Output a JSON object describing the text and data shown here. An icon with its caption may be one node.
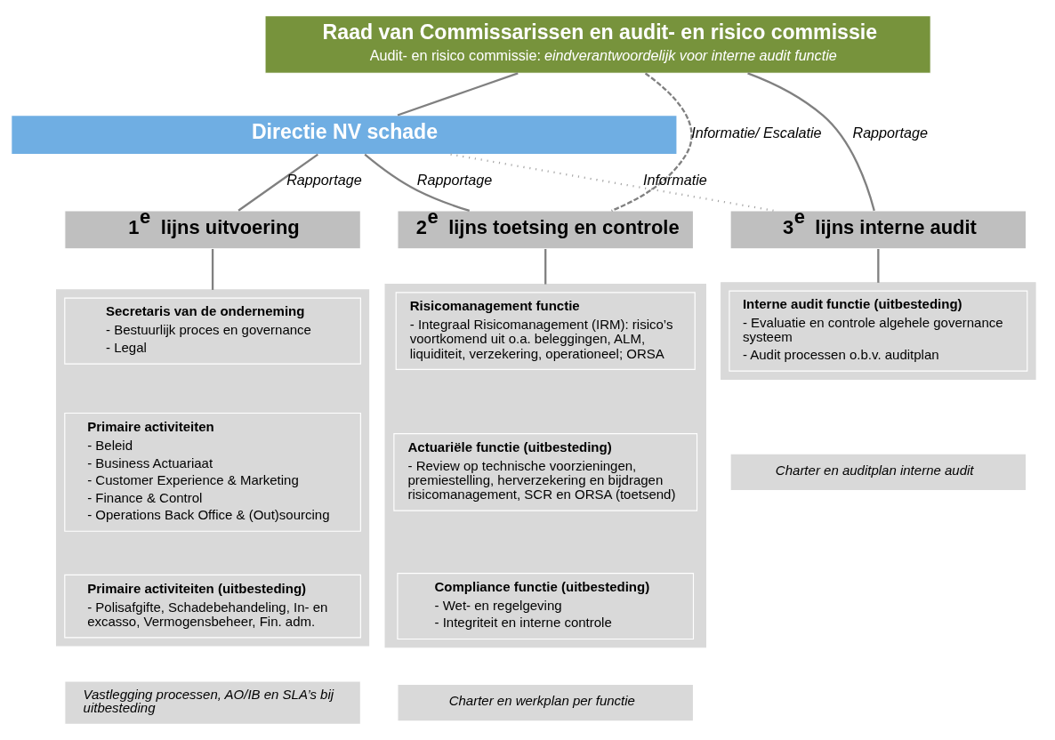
{
  "diagram": {
    "nodes": [
      {
        "text": [
          "Raad van Commissarissen en audit- en risico commissie",
          "Audit- en risico commissie: *eindverantwoordelijk voor interne audit functie*"
        ]
      },
      {
        "text": [
          "Directie NV schade"
        ]
      },
      {
        "text": [
          "1$^{e}$ lijns uitvoering"
        ]
      },
      {
        "text": [
          "2$^{e}$ lijns toetsing en controle"
        ]
      },
      {
        "text": [
          "3$^{e}$ lijns interne audit"
        ]
      },
      {
        "text": [],
        "shape": "box"
      },
      {
        "text": [
          "Secretaris van de onderneming",
          "- Bestuurlijk proces en governance",
          "- Legal"
        ],
        "in": 5
      },
      {
        "text": [
          "Primaire activiteiten",
          "- Beleid",
          "- Business Actuariaat",
          "- Customer Experience & Marketing",
          "- Finance & Control",
          "- Operations Back Office & (Out)sourcing"
        ],
        "in": 5
      },
      {
        "text": [
          "Primaire activiteiten (uitbesteding)",
          "- Polisafgifte, Schadebehandeling, In- en excasso, Vermogensbeheer, Fin. adm."
        ],
        "in": 5
      },
      {
        "text": [
          "Vastlegging processen, AO/IB en SLA’s bij uitbesteding"
        ]
      },
      {
        "text": [],
        "shape": "box"
      },
      {
        "text": [
          "Risicomanagement functie",
          "- Integraal Risicomanagement (IRM): risico’s voortkomend uit o.a. beleggingen, ALM, liquiditeit, verzekering, operationeel; ORSA"
        ],
        "in": 10
      },
      {
        "text": [
          "Actuariële functie (uitbesteding)",
          "- Review op technische voorzieningen, premiestelling, herverzekering en bijdragen risicomanagement, SCR en ORSA (toetsend)"
        ],
        "in": 10
      },
      {
        "text": [
          "Compliance functie (uitbesteding)",
          "- Wet- en regelgeving",
          "- Integriteit en interne controle"
        ],
        "in": 10
      },
      {
        "text": [
          "Charter en werkplan per functie"
        ]
      },
      {
        "text": [],
        "shape": "box"
      },
      {
        "text": [
          "Interne audit functie (uitbesteding)",
          "- Evaluatie en controle algehele governance systeem",
          "- Audit processen o.b.v. auditplan"
        ],
        "in": 15
      },
      {
        "text": [
          "Charter en auditplan interne audit"
        ]
      }
    ],
    "edges": [
      {
        "from": 0,
        "to": 1,
        "arrow": "none"
      },
      {
        "from": 1,
        "to": 2,
        "arrow": "none",
        "label": "Rapportage"
      },
      {
        "from": 1,
        "to": 3,
        "arrow": "none",
        "label": "Rapportage"
      },
      {
        "from": 0,
        "to": 3,
        "arrow": "none",
        "label": "Informatie/ Escalatie",
        "style": "dashed"
      },
      {
        "from": 0,
        "to": 4,
        "arrow": "none",
        "label": "Rapportage"
      },
      {
        "from": 1,
        "to": 4,
        "arrow": "none",
        "label": "Informatie",
        "style": "dashed",
        "color": "#a6a6a6"
      },
      {
        "from": 2,
        "to": 5,
        "arrow": "none"
      },
      {
        "from": 3,
        "to": 10,
        "arrow": "none"
      },
      {
        "from": 4,
        "to": 15,
        "arrow": "none"
      }
    ]
  }
}
